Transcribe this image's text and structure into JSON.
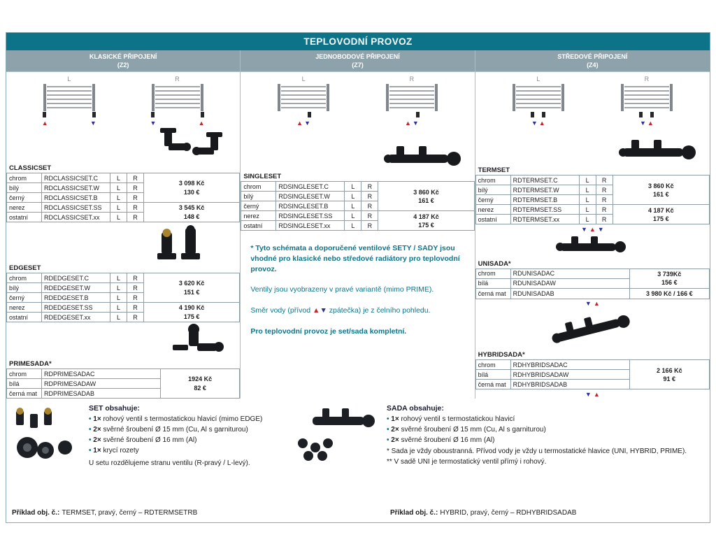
{
  "title": "TEPLOVODNÍ PROVOZ",
  "icons": {
    "up": "▲",
    "down": "▼",
    "bullet": "•"
  },
  "diagram_labels": {
    "l": "L",
    "r": "R"
  },
  "columns": {
    "classic": {
      "header": "KLASICKÉ PŘIPOJENÍ",
      "code": "(Z2)"
    },
    "single": {
      "header": "JEDNOBODOVÉ PŘIPOJENÍ",
      "code": "(Z7)"
    },
    "central": {
      "header": "STŘEDOVÉ PŘIPOJENÍ",
      "code": "(Z4)"
    }
  },
  "sections": {
    "classicset": {
      "label": "CLASSICSET",
      "lr": true,
      "rows": [
        {
          "color": "chrom",
          "code": "RDCLASSICSET.C"
        },
        {
          "color": "bílý",
          "code": "RDCLASSICSET.W"
        },
        {
          "color": "černý",
          "code": "RDCLASSICSET.B"
        },
        {
          "color": "nerez",
          "code": "RDCLASSICSET.SS"
        },
        {
          "color": "ostatní",
          "code": "RDCLASSICSET.xx"
        }
      ],
      "prices": [
        {
          "rows": 3,
          "l1": "3 098 Kč",
          "l2": "130 €"
        },
        {
          "rows": 2,
          "l1": "3 545 Kč",
          "l2": "148 €"
        }
      ]
    },
    "edgeset": {
      "label": "EDGESET",
      "lr": true,
      "rows": [
        {
          "color": "chrom",
          "code": "RDEDGESET.C"
        },
        {
          "color": "bílý",
          "code": "RDEDGESET.W"
        },
        {
          "color": "černý",
          "code": "RDEDGESET.B"
        },
        {
          "color": "nerez",
          "code": "RDEDGESET.SS"
        },
        {
          "color": "ostatní",
          "code": "RDEDGESET.xx"
        }
      ],
      "prices": [
        {
          "rows": 3,
          "l1": "3 620 Kč",
          "l2": "151 €"
        },
        {
          "rows": 2,
          "l1": "4 190 Kč",
          "l2": "175 €"
        }
      ]
    },
    "primesada": {
      "label": "PRIMESADA*",
      "lr": false,
      "rows": [
        {
          "color": "chrom",
          "code": "RDPRIMESADAC"
        },
        {
          "color": "bílá",
          "code": "RDPRIMESADAW"
        },
        {
          "color": "černá mat",
          "code": "RDPRIMESADAB"
        }
      ],
      "prices": [
        {
          "rows": 3,
          "l1": "1924 Kč",
          "l2": "82 €"
        }
      ]
    },
    "singleset": {
      "label": "SINGLESET",
      "lr": true,
      "rows": [
        {
          "color": "chrom",
          "code": "RDSINGLESET.C"
        },
        {
          "color": "bílý",
          "code": "RDSINGLESET.W"
        },
        {
          "color": "černý",
          "code": "RDSINGLESET.B"
        },
        {
          "color": "nerez",
          "code": "RDSINGLESET.SS"
        },
        {
          "color": "ostatní",
          "code": "RDSINGLESET.xx"
        }
      ],
      "prices": [
        {
          "rows": 3,
          "l1": "3 860 Kč",
          "l2": "161 €"
        },
        {
          "rows": 2,
          "l1": "4 187 Kč",
          "l2": "175 €"
        }
      ]
    },
    "termset": {
      "label": "TERMSET",
      "lr": true,
      "rows": [
        {
          "color": "chrom",
          "code": "RDTERMSET.C"
        },
        {
          "color": "bílý",
          "code": "RDTERMSET.W"
        },
        {
          "color": "černý",
          "code": "RDTERMSET.B"
        },
        {
          "color": "nerez",
          "code": "RDTERMSET.SS"
        },
        {
          "color": "ostatní",
          "code": "RDTERMSET.xx"
        }
      ],
      "prices": [
        {
          "rows": 3,
          "l1": "3 860 Kč",
          "l2": "161 €"
        },
        {
          "rows": 2,
          "l1": "4 187 Kč",
          "l2": "175 €"
        }
      ]
    },
    "unisada": {
      "label": "UNISADA*",
      "lr": false,
      "rows": [
        {
          "color": "chrom",
          "code": "RDUNISADAC"
        },
        {
          "color": "bílá",
          "code": "RDUNISADAW"
        },
        {
          "color": "černá mat",
          "code": "RDUNISADAB"
        }
      ],
      "prices": [
        {
          "rows": 2,
          "l1": "3 739Kč",
          "l2": "156 €"
        },
        {
          "rows": 1,
          "l1": "3 980 Kč / 166 €",
          "l2": ""
        }
      ]
    },
    "hybridsada": {
      "label": "HYBRIDSADA*",
      "lr": false,
      "rows": [
        {
          "color": "chrom",
          "code": "RDHYBRIDSADAC"
        },
        {
          "color": "bílá",
          "code": "RDHYBRIDSADAW"
        },
        {
          "color": "černá mat",
          "code": "RDHYBRIDSADAB"
        }
      ],
      "prices": [
        {
          "rows": 3,
          "l1": "2 166 Kč",
          "l2": "91 €"
        }
      ]
    }
  },
  "notes": {
    "n1": "* Tyto schémata a doporučené ventilové SETY / SADY jsou vhodné pro klasické nebo středové radiátory pro teplovodní provoz.",
    "n2": "Ventily jsou vyobrazeny v pravé variantě (mimo PRIME).",
    "n3_pre": "Směr vody (přívod ",
    "n3_post": " zpátečka) je z čelního pohledu.",
    "n4": "Pro teplovodní provoz je set/sada kompletní."
  },
  "bottom": {
    "set": {
      "heading": "SET obsahuje:",
      "items": [
        {
          "qty": "1×",
          "text": "rohový ventil s termostatickou hlavicí (mimo EDGE)"
        },
        {
          "qty": "2×",
          "text": "svěrné šroubení Ø 15 mm (Cu, Al s garniturou)"
        },
        {
          "qty": "2×",
          "text": "svěrné šroubení Ø 16 mm (Al)"
        },
        {
          "qty": "1×",
          "text": "krycí rozety"
        }
      ],
      "note": "U setu rozdělujeme stranu ventilu (R-pravý / L-levý).",
      "example_label": "Příklad obj. č.:",
      "example_value": "TERMSET, pravý, černý – RDTERMSETRB"
    },
    "sada": {
      "heading": "SADA obsahuje:",
      "items": [
        {
          "qty": "1×",
          "text": "rohový ventil s termostatickou hlavicí"
        },
        {
          "qty": "2×",
          "text": "svěrné šroubení Ø 15 mm (Cu, Al s garniturou)"
        },
        {
          "qty": "2×",
          "text": "svěrné šroubení Ø 16 mm (Al)"
        }
      ],
      "footnotes": [
        "* Sada je vždy oboustranná. Přívod vody je vždy u termostatické hlavice (UNI, HYBRID, PRIME).",
        "** V sadě UNI je termostatický ventil přímý i rohový."
      ],
      "example_label": "Příklad obj. č.:",
      "example_value": "HYBRID, pravý, černý – RDHYBRIDSADAB"
    }
  },
  "colors": {
    "title_bg": "#0c7389",
    "column_header_bg": "#8da2aa",
    "teal_text": "#0f7489",
    "arrow_red": "#c1272d",
    "arrow_blue": "#2e3192",
    "brass": "#a8842e"
  }
}
